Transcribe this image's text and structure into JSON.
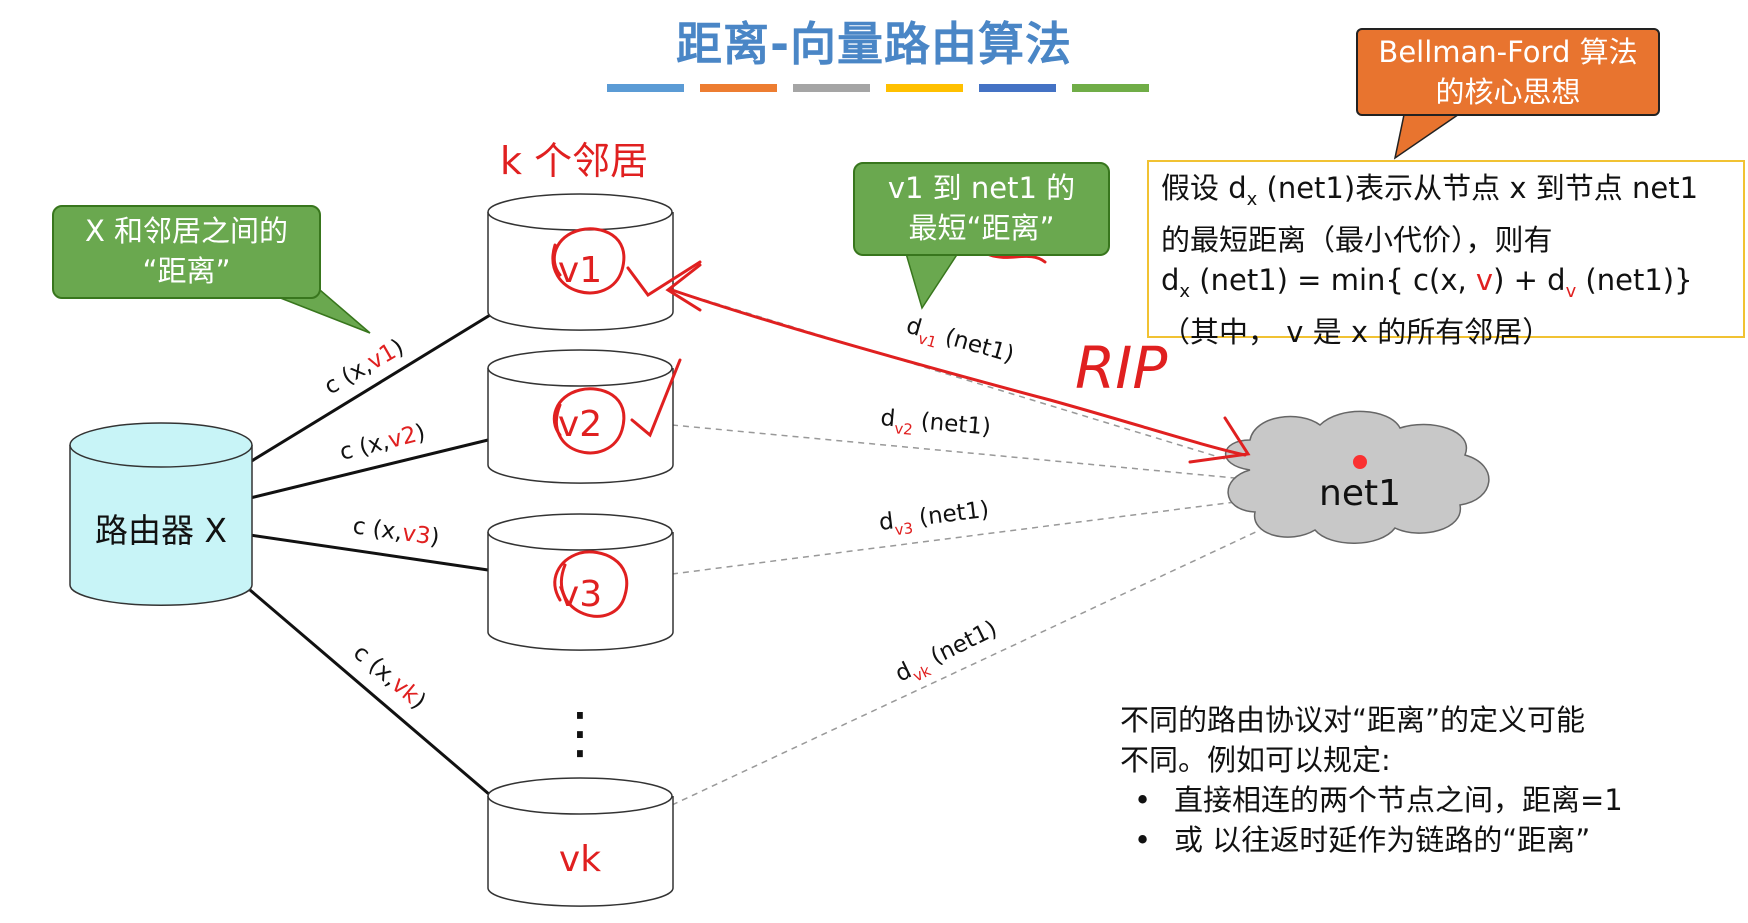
{
  "title": "距离-向量路由算法",
  "title_bars": [
    "#5b9bd5",
    "#ed7d31",
    "#a5a5a5",
    "#ffc000",
    "#4472c4",
    "#70ad47"
  ],
  "neighbors_label": "k 个邻居",
  "callout_x_neighbors": {
    "line1": "X 和邻居之间的",
    "line2": "“距离”"
  },
  "callout_v1_net1": {
    "line1": "v1 到 net1 的",
    "line2": "最短“距离”"
  },
  "callout_bellman": {
    "line1": "Bellman-Ford 算法",
    "line2": "的核心思想"
  },
  "definition": {
    "line1_pre": "假设 d",
    "line1_sub": "x",
    "line1_post": " (net1)表示从节点 x 到节点 net1",
    "line2": "的最短距离（最小代价），则有",
    "line3_a": "d",
    "line3_a_sub": "x",
    "line3_b": " (net1) = min{ c(x, ",
    "line3_v": "v",
    "line3_c": ") + d",
    "line3_c_sub": "v",
    "line3_d": " (net1)}",
    "line4": "（其中，  v 是 x 的所有邻居）"
  },
  "router": {
    "label": "路由器 X"
  },
  "nodes": [
    {
      "label": "v1"
    },
    {
      "label": "v2"
    },
    {
      "label": "v3"
    },
    {
      "label": "vk"
    }
  ],
  "ellipsis": "⋮",
  "cloud": {
    "label": "net1"
  },
  "links": [
    {
      "pre": "c (x,",
      "var": "v1",
      "post": ")"
    },
    {
      "pre": "c (x,",
      "var": "v2",
      "post": ")"
    },
    {
      "pre": "c (x,",
      "var": "v3",
      "post": ")"
    },
    {
      "pre": "c (x,",
      "var": "vk",
      "post": ")"
    }
  ],
  "distances": [
    {
      "d": "d",
      "sub": "v1",
      "rest": " (net1)"
    },
    {
      "d": "d",
      "sub": "v2",
      "rest": " (net1)"
    },
    {
      "d": "d",
      "sub": "v3",
      "rest": " (net1)"
    },
    {
      "d": "d",
      "sub": "vk",
      "rest": " (net1)"
    }
  ],
  "annotation_rip": "RIP",
  "bottom_note": {
    "line1": "不同的路由协议对“距离”的定义可能",
    "line2": "不同。例如可以规定:",
    "bullets": [
      "直接相连的两个节点之间，距离=1",
      "或 以往返时延作为链路的“距离”"
    ],
    "bullet_char": "•"
  },
  "colors": {
    "accent_red": "#e02020",
    "title_blue": "#4a86c6",
    "cloud_gray": "#c8c8c8",
    "router_cyan": "#c8f4f7"
  }
}
